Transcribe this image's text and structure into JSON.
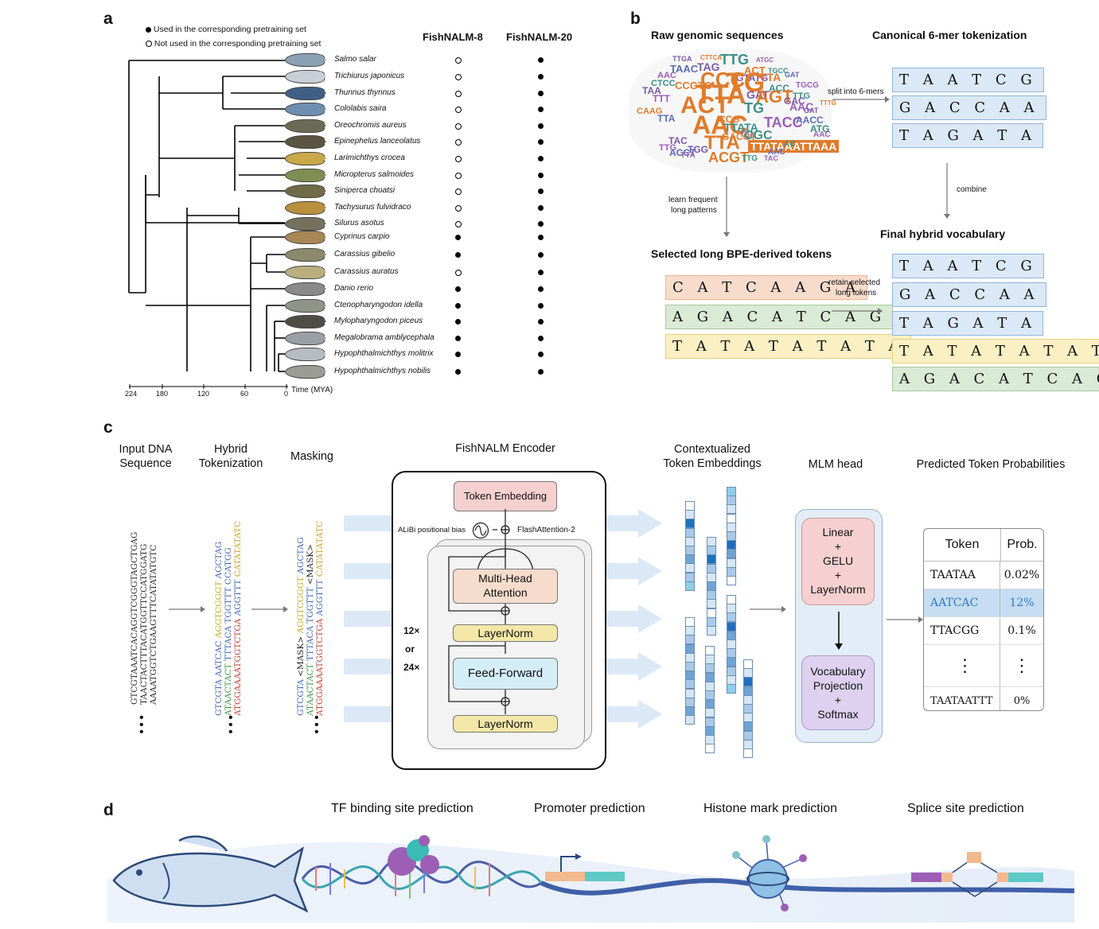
{
  "panels": {
    "a": "a",
    "b": "b",
    "c": "c",
    "d": "d"
  },
  "panel_a": {
    "legend_used": "Used in the corresponding pretraining set",
    "legend_not_used": "Not used in the corresponding pretraining set",
    "col1": "FishNALM-8",
    "col2": "FishNALM-20",
    "species": [
      {
        "name": "Salmo salar",
        "m8": false,
        "m20": true,
        "color": "#8aa0b4"
      },
      {
        "name": "Trichiurus japonicus",
        "m8": false,
        "m20": true,
        "color": "#c8ced6"
      },
      {
        "name": "Thunnus thynnus",
        "m8": false,
        "m20": true,
        "color": "#3f5f86"
      },
      {
        "name": "Cololabis saira",
        "m8": false,
        "m20": true,
        "color": "#6f8fb0"
      },
      {
        "name": "Oreochromis aureus",
        "m8": false,
        "m20": true,
        "color": "#6b6b55"
      },
      {
        "name": "Epinephelus lanceolatus",
        "m8": false,
        "m20": true,
        "color": "#5a5440"
      },
      {
        "name": "Larimichthys crocea",
        "m8": false,
        "m20": true,
        "color": "#c8a84a"
      },
      {
        "name": "Micropterus salmoides",
        "m8": false,
        "m20": true,
        "color": "#7f8f52"
      },
      {
        "name": "Siniperca chuatsi",
        "m8": false,
        "m20": true,
        "color": "#6f6a48"
      },
      {
        "name": "Tachysurus fulvidraco",
        "m8": false,
        "m20": true,
        "color": "#b8903e"
      },
      {
        "name": "Silurus asotus",
        "m8": false,
        "m20": true,
        "color": "#76705e"
      },
      {
        "name": "Cyprinus carpio",
        "m8": true,
        "m20": true,
        "color": "#a88756"
      },
      {
        "name": "Carassius gibelio",
        "m8": true,
        "m20": true,
        "color": "#8d8a6c"
      },
      {
        "name": "Carassius auratus",
        "m8": false,
        "m20": true,
        "color": "#b9ae7e"
      },
      {
        "name": "Danio rerio",
        "m8": true,
        "m20": true,
        "color": "#8a8a8a"
      },
      {
        "name": "Ctenopharyngodon idella",
        "m8": true,
        "m20": true,
        "color": "#8f9488"
      },
      {
        "name": "Mylopharyngodon piceus",
        "m8": true,
        "m20": true,
        "color": "#4d4d46"
      },
      {
        "name": "Megalobrama amblycephala",
        "m8": true,
        "m20": true,
        "color": "#9aa0a6"
      },
      {
        "name": "Hypophthalmichthys molitrix",
        "m8": true,
        "m20": true,
        "color": "#b6bcc2"
      },
      {
        "name": "Hypophthalmichthys nobilis",
        "m8": true,
        "m20": true,
        "color": "#9c9c96"
      }
    ],
    "axis_ticks": [
      "224",
      "180",
      "120",
      "60",
      "0"
    ],
    "axis_label": "Time (MYA)"
  },
  "panel_b": {
    "raw_title": "Raw genomic sequences",
    "canon_title": "Canonical 6-mer tokenization",
    "split_label": "split into 6-mers",
    "kmers": [
      "T A A T C G",
      "G A C C A A",
      "T A G A T A"
    ],
    "learn_label_1": "learn frequent",
    "learn_label_2": "long patterns",
    "combine_label": "combine",
    "bpe_title": "Selected long BPE-derived tokens",
    "bpe_tokens": [
      "C A T C A A G A",
      "A G A C A T C A G",
      "T A T A T A T A T A"
    ],
    "retain_label_1": "retain selected",
    "retain_label_2": "long tokens",
    "final_title": "Final hybrid vocabulary",
    "final_tokens": [
      "T A A T C G",
      "G A C C A A",
      "T A G A T A",
      "T A T A T A T A T A",
      "A G A C A T C A G"
    ],
    "cloud_words": [
      "TTGA",
      "CTTCA",
      "TTG",
      "ATGC",
      "TAAC",
      "TAG",
      "ACT",
      "TGCC",
      "AAC",
      "CCC",
      "GTATG",
      "TTA",
      "CTCC",
      "TG",
      "GAT",
      "TAA",
      "CCGTC",
      "ACC",
      "TGCG",
      "TTA",
      "GAT",
      "AGT",
      "TTG",
      "TTT",
      "ACT",
      "GAC",
      "CAAG",
      "TG",
      "AAC",
      "TTA",
      "AAC",
      "CCG",
      "TTATA",
      "TACC",
      "AACC",
      "TCA",
      "GACGT",
      "CGC",
      "AAC",
      "TTA",
      "TAC",
      "TTATAAATTAAA",
      "AC",
      "TTG",
      "ACCT",
      "TGG",
      "ACGT",
      "TTG",
      "TTA",
      "AAC",
      "GAT",
      "TTTG",
      "ATG",
      "TAC"
    ]
  },
  "panel_c": {
    "col_input": [
      "Input DNA",
      "Sequence"
    ],
    "col_hybrid": [
      "Hybrid",
      "Tokenization"
    ],
    "col_mask": "Masking",
    "encoder_title": "FishNALM  Encoder",
    "col_context": [
      "Contextualized",
      "Token Embeddings"
    ],
    "col_mlm": "MLM head",
    "col_pred": "Predicted Token Probabilities",
    "input_lines": [
      "GTCGTAAATCACAGGTCGGGTAGCTGAG",
      "TAACTACTTTACATGGTTCCATGGATG",
      "AAAATGGTCTGAAGTTTCATATATGTC"
    ],
    "hybrid_lines": [
      {
        "parts": [
          {
            "t": "GTCGTA ",
            "c": "#3b62b0"
          },
          {
            "t": "AATCAC ",
            "c": "#3b62b0"
          },
          {
            "t": "AGGTCGGGT ",
            "c": "#c9a227"
          },
          {
            "t": "AGCTAG",
            "c": "#3b62b0"
          }
        ]
      },
      {
        "parts": [
          {
            "t": "ATAACTACT ",
            "c": "#3f8f3f"
          },
          {
            "t": "TTTACA ",
            "c": "#3b62b0"
          },
          {
            "t": "TGGTTT ",
            "c": "#3b62b0"
          },
          {
            "t": "CCATGG",
            "c": "#3b62b0"
          }
        ]
      },
      {
        "parts": [
          {
            "t": "ATGGAAAATGGTCTGA ",
            "c": "#c0392b"
          },
          {
            "t": "AGGTTT ",
            "c": "#3b62b0"
          },
          {
            "t": "CATATATATC",
            "c": "#c9a227"
          }
        ]
      }
    ],
    "mask_lines": [
      {
        "parts": [
          {
            "t": "GTCGTA ",
            "c": "#3b62b0"
          },
          {
            "t": "<MASK> ",
            "c": "#222"
          },
          {
            "t": "AGGTCGGGT ",
            "c": "#c9a227"
          },
          {
            "t": "AGCTAG",
            "c": "#3b62b0"
          }
        ]
      },
      {
        "parts": [
          {
            "t": "ATAACTACT ",
            "c": "#3f8f3f"
          },
          {
            "t": "TTTACA ",
            "c": "#3b62b0"
          },
          {
            "t": "TGGTTT ",
            "c": "#3b62b0"
          },
          {
            "t": "<MASK>",
            "c": "#222"
          }
        ]
      },
      {
        "parts": [
          {
            "t": "ATGGAAAATGGTCTGA ",
            "c": "#c0392b"
          },
          {
            "t": "AGGTTT ",
            "c": "#3b62b0"
          },
          {
            "t": "CATATATATC",
            "c": "#c9a227"
          }
        ]
      }
    ],
    "encoder": {
      "token_embedding": "Token Embedding",
      "alibi": "ALiBi positional bias",
      "flash": "FlashAttention-2",
      "mha_1": "Multi-Head",
      "mha_2": "Attention",
      "layernorm": "LayerNorm",
      "ff": "Feed-Forward",
      "repeat_1": "12×",
      "repeat_or": "or",
      "repeat_2": "24×"
    },
    "mlm": {
      "box1": [
        "Linear",
        "+",
        "GELU",
        "+",
        "LayerNorm"
      ],
      "box2": [
        "Vocabulary",
        "Projection",
        "+",
        "Softmax"
      ]
    },
    "table": {
      "headers": [
        "Token",
        "Prob."
      ],
      "rows": [
        {
          "token": "TAATAA",
          "prob": "0.02%",
          "highlight": false
        },
        {
          "token": "AATCAC",
          "prob": "12%",
          "highlight": true
        },
        {
          "token": "TTACGG",
          "prob": "0.1%",
          "highlight": false
        },
        {
          "token": "⋮",
          "prob": "⋮",
          "highlight": false
        },
        {
          "token": "TAATAATTT",
          "prob": "0%",
          "highlight": false
        }
      ]
    },
    "embedding_colors": [
      "#ffffff",
      "#d6e6f4",
      "#a9c9e6",
      "#6fa3d3",
      "#1f6fbf",
      "#8ecfe8"
    ]
  },
  "panel_d": {
    "tasks": [
      "TF binding site prediction",
      "Promoter prediction",
      "Histone mark prediction",
      "Splice site prediction"
    ]
  },
  "colors": {
    "peach": "#f8dccb",
    "blue_box": "#dbe9f6",
    "green": "#d9ead5",
    "yellow": "#fbf0c4",
    "arrow_light": "#dbe9f7",
    "mlm_bg": "#e3edf7",
    "linear_box": "#f6d0d0",
    "vocab_box": "#ddd1ef"
  }
}
